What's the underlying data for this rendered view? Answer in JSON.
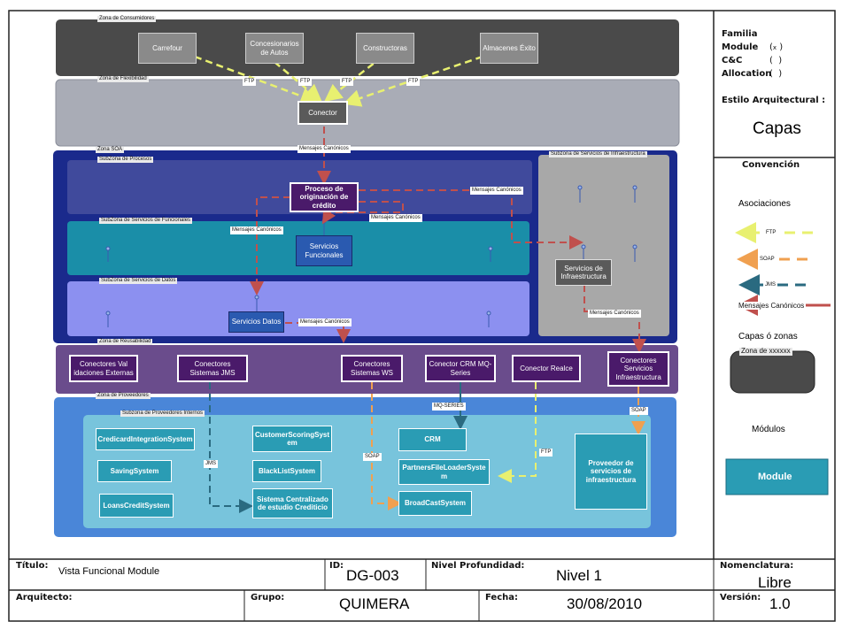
{
  "zones": {
    "consumers": "Zona de Consumidores",
    "flexibility": "Zona de Flexibilidad",
    "soa": "Zona SOA",
    "processes": "SubZona de Procesos",
    "infra_services": "Subzona de Servicios de Infraestructura",
    "functional_services": "SubZona de Servicios de Funcionales",
    "data_services": "SubZona de Servicios de Datos",
    "reusability": "Zona de Reusabilidad",
    "providers": "Zona de Proveedores",
    "internal_providers": "Subzona de Proveedores Internos"
  },
  "consumers": [
    "Carrefour",
    "Concesionarios de Autos",
    "Constructoras",
    "Almacenes Éxito"
  ],
  "nodes": {
    "conector": "Conector",
    "proceso": "Proceso de originación de crédito",
    "servicios_funcionales": "Servicios Funcionales",
    "servicios_datos": "Servicios Datos",
    "servicios_infra": "Servicios de Infraestructura",
    "conectores_val": "Conectores Val idaciones Externas",
    "conectores_jms": "Conectores Sistemas JMS",
    "conectores_ws": "Conectores Sistemas WS",
    "conector_crm": "Conector CRM MQ-Series",
    "conector_realce": "Conector Realce",
    "conectores_infra": "Conectores Servicios Infraestructura",
    "cc_integration": "CredicardIntegrationSystem",
    "saving": "SavingSystem",
    "loans": "LoansCreditSystem",
    "scoring": "CustomerScoringSyst em",
    "blacklist": "BlackListSystem",
    "centralizado": "Sistema Centralizado de estudio Crediticio",
    "crm": "CRM",
    "partners": "PartnersFileLoaderSyste m",
    "broadcast": "BroadCastSystem",
    "proveedor_infra": "Proveedor de servicios de infraestructura"
  },
  "edge_labels": {
    "ftp": "FTP",
    "canonicos": "Mensajes Canónicos",
    "mq": "MQ-SERIES",
    "soap": "SOAP",
    "jms": "JMS"
  },
  "side": {
    "familia": "Familia",
    "module": "Module",
    "module_mark": "x",
    "cc": "C&C",
    "allocation": "Allocation",
    "estilo": "Estilo Arquitectural :",
    "capas": "Capas",
    "convencion": "Convención",
    "asociaciones": "Asociaciones",
    "legend_ftp": "FTP",
    "legend_soap": "SOAP",
    "legend_jms": "JMS",
    "legend_canonicos": "Mensajes Canónicos",
    "capas_zonas": "Capas ó zonas",
    "zona_example": "Zona de xxxxxx",
    "modulos": "Módulos",
    "module_box": "Module"
  },
  "footer": {
    "titulo_label": "Título:",
    "titulo_value": "Vista Funcional Module",
    "id_label": "ID:",
    "id_value": "DG-003",
    "nivel_label": "Nivel Profundidad:",
    "nivel_value": "Nivel 1",
    "nomenclatura_label": "Nomenclatura:",
    "nomenclatura_value": "Libre",
    "arquitecto_label": "Arquitecto:",
    "grupo_label": "Grupo:",
    "grupo_value": "QUIMERA",
    "fecha_label": "Fecha:",
    "fecha_value": "30/08/2010",
    "version_label": "Versión:",
    "version_value": "1.0"
  },
  "colors": {
    "consumer_zone": "#4a4a4a",
    "flex_zone": "#a9acb6",
    "soa_zone": "#1a2a8c",
    "process_zone": "#404a9c",
    "functional_zone": "#1a8ea8",
    "data_zone": "#8c90f0",
    "infra_zone": "#a8a8a8",
    "reuse_zone": "#6a4c8c",
    "provider_zone": "#4a86d8",
    "internal_zone": "#78c4dc",
    "module_teal": "#2a9cb4",
    "ftp": "#e8f070",
    "soap": "#f0a050",
    "jms": "#2a6a80",
    "canonicos": "#c0504d"
  }
}
